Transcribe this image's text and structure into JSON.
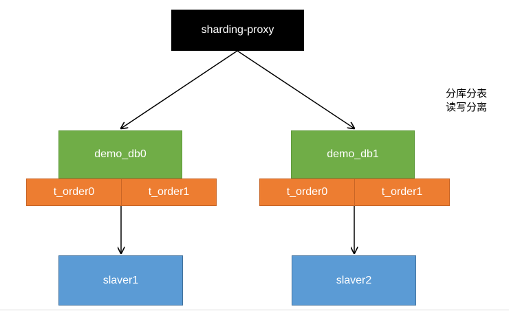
{
  "nodes": {
    "proxy": "sharding-proxy",
    "db0": "demo_db0",
    "db1": "demo_db1",
    "db0_tables": [
      "t_order0",
      "t_order1"
    ],
    "db1_tables": [
      "t_order0",
      "t_order1"
    ],
    "slave1": "slaver1",
    "slave2": "slaver2"
  },
  "note": {
    "line1": "分库分表",
    "line2": "读写分离"
  },
  "colors": {
    "proxy": "#000000",
    "db": "#70ad47",
    "table": "#ed7d31",
    "slave": "#5b9bd5",
    "connector": "#000000"
  }
}
